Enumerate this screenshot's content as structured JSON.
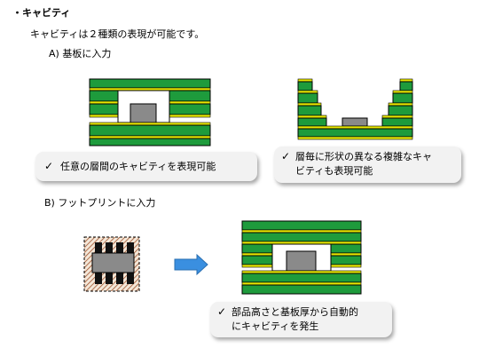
{
  "title": "・キャビティ",
  "intro": "キャビティは２種類の表現が可能です。",
  "section_a": {
    "label": "A)  基板に入力"
  },
  "section_b": {
    "label": "B)  フットプリントに入力"
  },
  "callouts": {
    "any_layer": {
      "check": "✓",
      "lines": [
        "任意の層間のキャビティを表現可能"
      ]
    },
    "per_layer": {
      "check": "✓",
      "lines": [
        "層毎に形状の異なる複雑なキャ",
        "ビティも表現可能"
      ]
    },
    "auto": {
      "check": "✓",
      "lines": [
        "部品高さと基板厚から自動的",
        "にキャビティを発生"
      ]
    }
  },
  "colors": {
    "layer_green": "#1e9b3c",
    "copper_yellow": "#e8e800",
    "component_gray": "#8a8a8a",
    "arrow_blue": "#3a8fe0",
    "hatch_brown": "#a0522d"
  }
}
